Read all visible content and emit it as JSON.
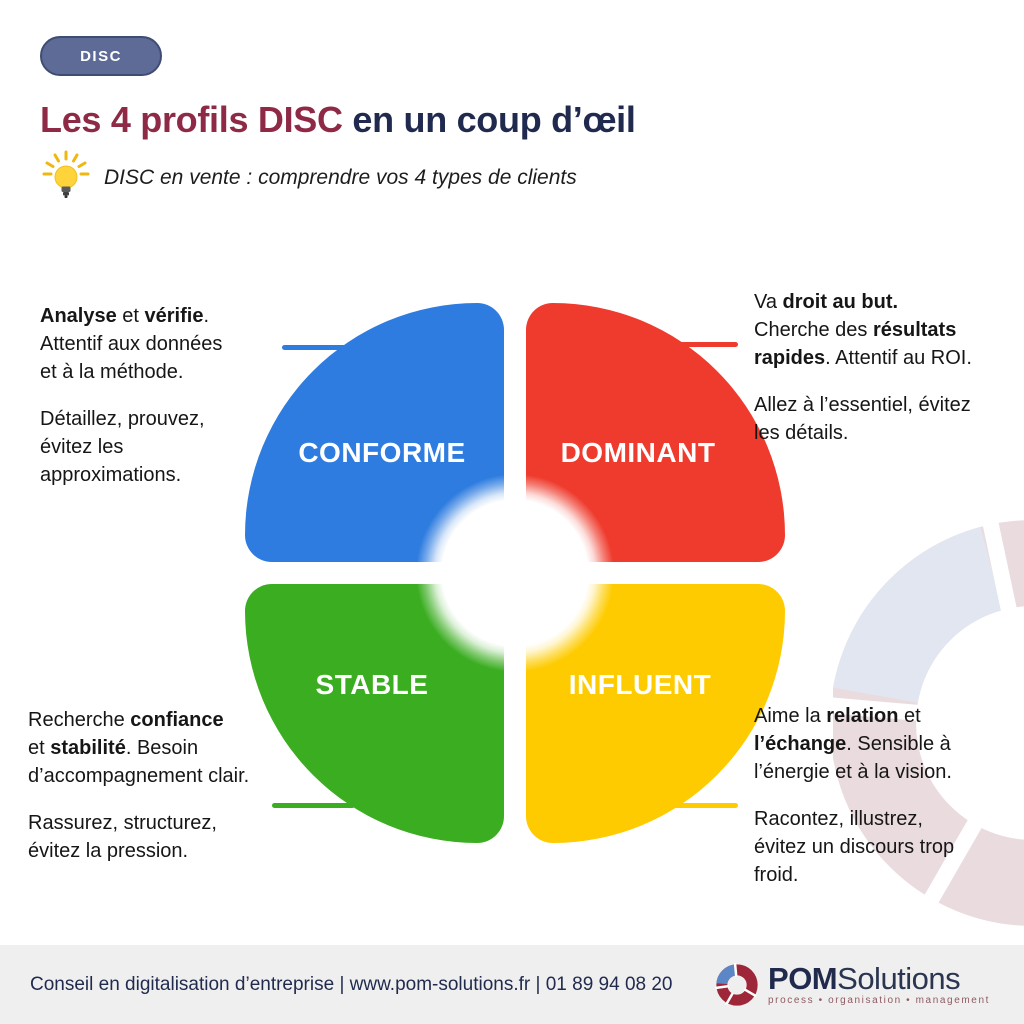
{
  "badge": {
    "label": "DISC"
  },
  "title": {
    "part1": "Les 4 profils DISC",
    "part2": " en un coup d’œil"
  },
  "subtitle": "DISC en vente : comprendre vos 4 types de clients",
  "colors": {
    "conforme_blue": "#2E7CE0",
    "dominant_red": "#EF3B2D",
    "stable_green": "#3BAD21",
    "influent_yellow": "#FECB00",
    "title_maroon": "#8E2A45",
    "title_navy": "#20294E",
    "badge_bg": "#5D6B96",
    "footer_bg": "#F0EFEF"
  },
  "profiles": [
    {
      "id": "conforme",
      "label": "CONFORME",
      "color": "#2E7CE0",
      "note": [
        [
          [
            [
              "Analyse",
              1
            ],
            [
              " et ",
              0
            ],
            [
              "vérifie",
              1
            ],
            [
              ".",
              0
            ]
          ],
          [
            [
              "Attentif aux données",
              0
            ]
          ],
          [
            [
              "et à la méthode.",
              0
            ]
          ]
        ],
        [
          [
            [
              "Détaillez, prouvez,",
              0
            ]
          ],
          [
            [
              "évitez les",
              0
            ]
          ],
          [
            [
              "approximations.",
              0
            ]
          ]
        ]
      ]
    },
    {
      "id": "dominant",
      "label": "DOMINANT",
      "color": "#EF3B2D",
      "note": [
        [
          [
            [
              "Va ",
              0
            ],
            [
              "droit au but.",
              1
            ]
          ],
          [
            [
              "Cherche des ",
              0
            ],
            [
              "résultats",
              1
            ]
          ],
          [
            [
              "rapides",
              1
            ],
            [
              ". Attentif au ROI.",
              0
            ]
          ]
        ],
        [
          [
            [
              "Allez à l’essentiel, évitez",
              0
            ]
          ],
          [
            [
              "les détails.",
              0
            ]
          ]
        ]
      ]
    },
    {
      "id": "stable",
      "label": "STABLE",
      "color": "#3BAD21",
      "note": [
        [
          [
            [
              "Recherche ",
              0
            ],
            [
              "confiance",
              1
            ]
          ],
          [
            [
              "et ",
              0
            ],
            [
              "stabilité",
              1
            ],
            [
              ". Besoin",
              0
            ]
          ],
          [
            [
              "d’accompagnement clair.",
              0
            ]
          ]
        ],
        [
          [
            [
              "Rassurez, structurez,",
              0
            ]
          ],
          [
            [
              "évitez la pression.",
              0
            ]
          ]
        ]
      ]
    },
    {
      "id": "influent",
      "label": "INFLUENT",
      "color": "#FECB00",
      "note": [
        [
          [
            [
              "Aime la ",
              0
            ],
            [
              "relation",
              1
            ],
            [
              " et",
              0
            ]
          ],
          [
            [
              "l’échange",
              1
            ],
            [
              ". Sensible à",
              0
            ]
          ],
          [
            [
              "l’énergie et à la vision.",
              0
            ]
          ]
        ],
        [
          [
            [
              "Racontez, illustrez,",
              0
            ]
          ],
          [
            [
              "évitez un discours trop",
              0
            ]
          ],
          [
            [
              "froid.",
              0
            ]
          ]
        ]
      ]
    }
  ],
  "footer": {
    "text": "Conseil en digitalisation d’entreprise | www.pom-solutions.fr | 01 89 94 08 20",
    "logo": {
      "pom": "POM",
      "solutions": "Solutions",
      "tagline": "process • organisation • management"
    }
  }
}
